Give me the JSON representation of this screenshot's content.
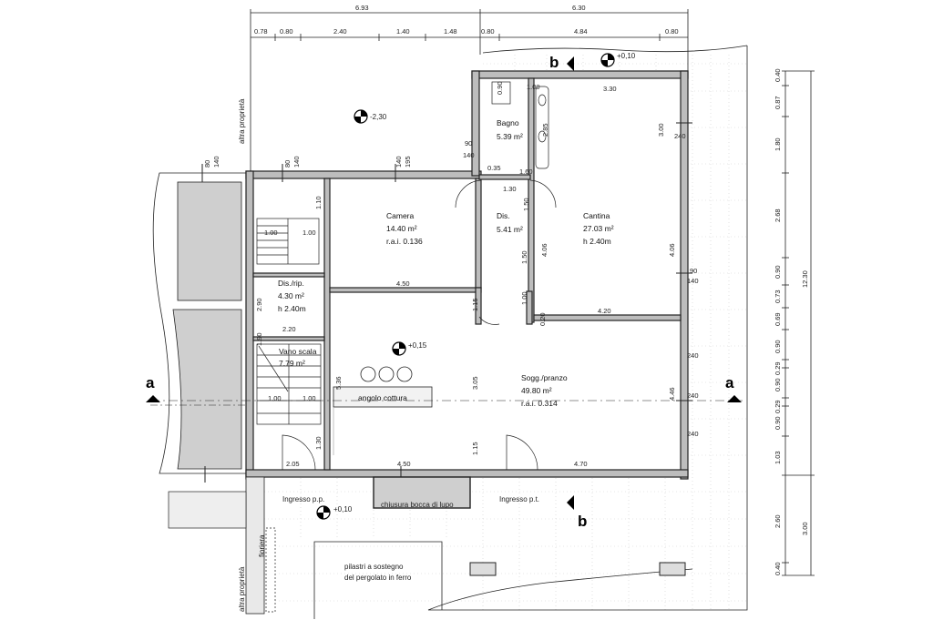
{
  "top_dims": {
    "totals": [
      "6.93",
      "6.30"
    ],
    "segments": [
      "0.78",
      "0.80",
      "2.40",
      "1.40",
      "1.48",
      "0.80",
      "4.84",
      "0.80"
    ]
  },
  "right_dims": {
    "top": [
      "0.40",
      "0.87",
      "1.80",
      "2.68",
      "0.90",
      "0.73",
      "0.69",
      "0.90",
      "0.29",
      "0.90",
      "0.29",
      "0.90",
      "1.03",
      "2.60",
      "0.40"
    ],
    "total": "12.30",
    "bottom_total": "3.00"
  },
  "rooms": {
    "bagno": {
      "name": "Bagno",
      "area": "5.39 m²"
    },
    "camera": {
      "name": "Camera",
      "area": "14.40 m²",
      "rai": "r.a.i. 0.136"
    },
    "dis": {
      "name": "Dis.",
      "area": "5.41 m²"
    },
    "cantina": {
      "name": "Cantina",
      "area": "27.03 m²",
      "height": "h 2.40m"
    },
    "disrip": {
      "name": "Dis./rip.",
      "area": "4.30 m²",
      "height": "h 2.40m"
    },
    "vano": {
      "name": "Vano scala",
      "area": "7.79 m²"
    },
    "sogg": {
      "name": "Sogg./pranzo",
      "area": "49.80 m²",
      "rai": "r.a.i. 0.314"
    },
    "angolo": {
      "name": "angolo cottura"
    }
  },
  "levels": {
    "ext_top": "-2,30",
    "b_top": "+0,10",
    "living": "+0,15",
    "entry": "+0,10"
  },
  "sections": {
    "a": "a",
    "b": "b"
  },
  "annotations": {
    "altra_prop_top": "altra proprietà",
    "altra_prop_bottom": "altra proprietà",
    "fioriera": "fioriera",
    "ingresso_pp": "Ingresso p.p.",
    "ingresso_pt": "Ingresso p.t.",
    "chiusura": "chiusura bocca di lupo",
    "pilastri_1": "pilastri a sostegno",
    "pilastri_2": "del pergolato in ferro"
  },
  "inner_dims": {
    "d_080a": "80",
    "d_140a": "140",
    "d_080b": "80",
    "d_140b": "140",
    "d_140c": "140",
    "d_195a": "195",
    "d_090a": "90",
    "d_140d": "140",
    "d_035": "0.35",
    "d_130a": "1.30",
    "d_160": "1.60",
    "d_150": "1.50",
    "d_110": "1.10",
    "d_100a": "1.00",
    "d_100b": "1.00",
    "d_290": "2.90",
    "d_450a": "4.50",
    "d_300": "3.00",
    "d_330": "3.30",
    "d_090b": "0.90",
    "d_100c": "1.00",
    "d_285": "2.85",
    "d_406a": "4.06",
    "d_406b": "4.06",
    "d_150b": "1.50",
    "d_100d": "1.00",
    "d_020": "0.20",
    "d_420": "4.20",
    "d_090c": "90",
    "d_140e": "140",
    "d_240a": "240",
    "d_240b": "240",
    "d_240c": "240",
    "d_240d": "240",
    "d_100e": "1.00",
    "d_100f": "1.00",
    "d_190": "1.90",
    "d_220": "2.20",
    "d_115a": "1.15",
    "d_536": "5.36",
    "d_305": "3.05",
    "d_115b": "1.15",
    "d_130b": "1.30",
    "d_205": "2.05",
    "d_450b": "4.50",
    "d_470": "4.70",
    "d_446": "4.46"
  }
}
